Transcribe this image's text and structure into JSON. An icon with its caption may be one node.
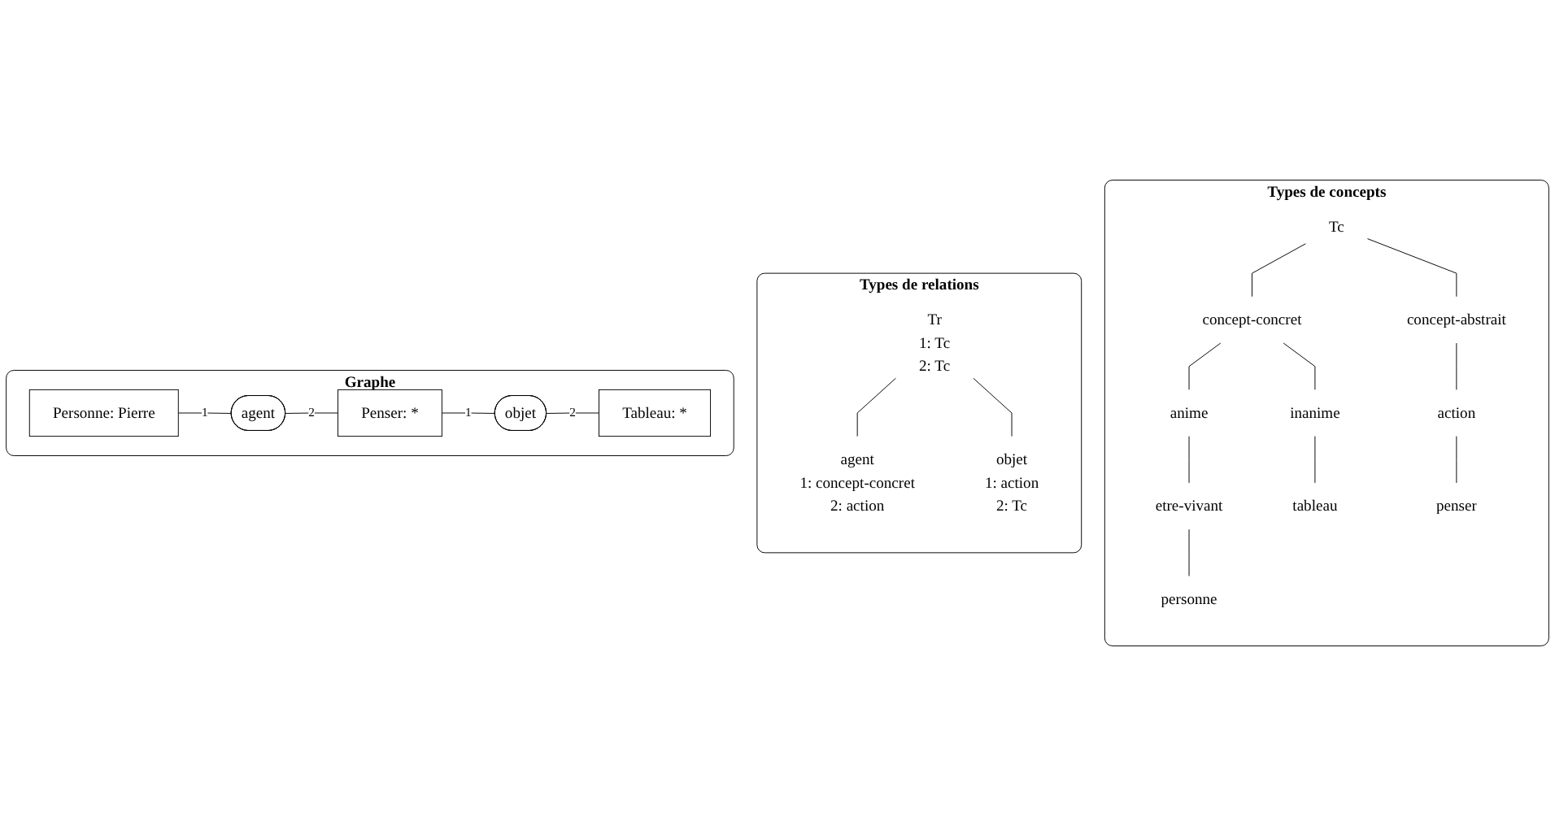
{
  "diagram": {
    "nodes": [
      {
        "text": [
          "Types de concepts"
        ]
      },
      {
        "text": [
          "Tc"
        ],
        "in": 0
      },
      {
        "text": [
          "concept-concret"
        ],
        "in": 0
      },
      {
        "text": [
          "concept-abstrait"
        ],
        "in": 0
      },
      {
        "text": [
          "anime"
        ],
        "in": 0
      },
      {
        "text": [
          "inanime"
        ],
        "in": 0
      },
      {
        "text": [
          "action"
        ],
        "in": 0
      },
      {
        "text": [
          "etre-vivant"
        ],
        "in": 0
      },
      {
        "text": [
          "tableau"
        ],
        "in": 0
      },
      {
        "text": [
          "penser"
        ],
        "in": 0
      },
      {
        "text": [
          "personne"
        ],
        "in": 0
      },
      {
        "text": [
          "Types de relations"
        ]
      },
      {
        "text": [
          "Tr"
        ],
        "beside": [
          "1: Tc",
          "2: Tc"
        ],
        "in": 11
      },
      {
        "text": [
          "agent"
        ],
        "beside": [
          "1: concept-concret",
          "2: action"
        ],
        "in": 11
      },
      {
        "text": [
          "objet"
        ],
        "beside": [
          "1: action",
          "2: Tc"
        ],
        "in": 11
      },
      {
        "text": [
          "Graphe"
        ]
      },
      {
        "text": [
          "Personne: Pierre"
        ],
        "in": 15
      },
      {
        "text": [
          "agent"
        ],
        "in": 15
      },
      {
        "text": [
          "Penser: *"
        ],
        "in": 15
      },
      {
        "text": [
          "objet"
        ],
        "in": 15
      },
      {
        "text": [
          "Tableau: *"
        ],
        "in": 15
      }
    ],
    "edges": [
      {
        "from": 1,
        "to": 2,
        "arrow": "none"
      },
      {
        "from": 1,
        "to": 3,
        "arrow": "none"
      },
      {
        "from": 2,
        "to": 4,
        "arrow": "none"
      },
      {
        "from": 2,
        "to": 5,
        "arrow": "none"
      },
      {
        "from": 3,
        "to": 6,
        "arrow": "none"
      },
      {
        "from": 4,
        "to": 7,
        "arrow": "none"
      },
      {
        "from": 5,
        "to": 8,
        "arrow": "none"
      },
      {
        "from": 6,
        "to": 9,
        "arrow": "none"
      },
      {
        "from": 7,
        "to": 10,
        "arrow": "none"
      },
      {
        "from": 12,
        "to": 13,
        "arrow": "none"
      },
      {
        "from": 12,
        "to": 14,
        "arrow": "none"
      },
      {
        "from": 16,
        "to": 17,
        "arrow": "none",
        "label": "1"
      },
      {
        "from": 17,
        "to": 18,
        "arrow": "none",
        "label": "2"
      },
      {
        "from": 18,
        "to": 19,
        "arrow": "none",
        "label": "1"
      },
      {
        "from": 19,
        "to": 20,
        "arrow": "none",
        "label": "2"
      }
    ]
  }
}
